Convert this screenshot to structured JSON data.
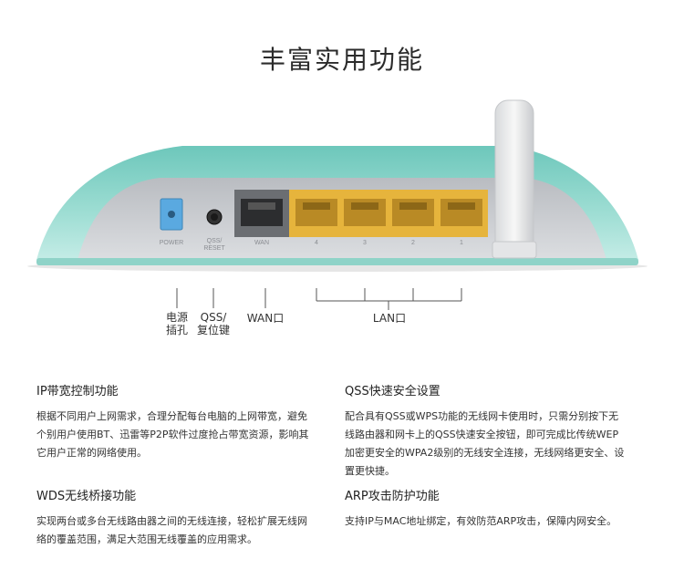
{
  "title": "丰富实用功能",
  "router": {
    "port_labels": {
      "power": "POWER",
      "qss_reset": "QSS/\nRESET",
      "wan": "WAN",
      "lan": [
        "4",
        "3",
        "2",
        "1"
      ]
    }
  },
  "callouts": {
    "power_line1": "电源",
    "power_line2": "插孔",
    "qss_line1": "QSS/",
    "qss_line2": "复位键",
    "wan": "WAN口",
    "lan": "LAN口"
  },
  "features": [
    {
      "title": "IP带宽控制功能",
      "text": "根据不同用户上网需求，合理分配每台电脑的上网带宽，避免个别用户使用BT、迅雷等P2P软件过度抢占带宽资源，影响其它用户正常的网络使用。"
    },
    {
      "title": "QSS快速安全设置",
      "text": "配合具有QSS或WPS功能的无线网卡使用时，只需分别按下无线路由器和网卡上的QSS快速安全按钮，即可完成比传统WEP加密更安全的WPA2级别的无线安全连接，无线网络更安全、设置更快捷。"
    },
    {
      "title": "WDS无线桥接功能",
      "text": "实现两台或多台无线路由器之间的无线连接，轻松扩展无线网络的覆盖范围，满足大范围无线覆盖的应用需求。"
    },
    {
      "title": "ARP攻击防护功能",
      "text": "支持IP与MAC地址绑定，有效防范ARP攻击，保障内网安全。"
    }
  ],
  "colors": {
    "shell_teal": "#8fd3c8",
    "shell_grey": "#c9ccd0",
    "port_yellow": "#e6b43c",
    "power_blue": "#5aa9e0"
  }
}
